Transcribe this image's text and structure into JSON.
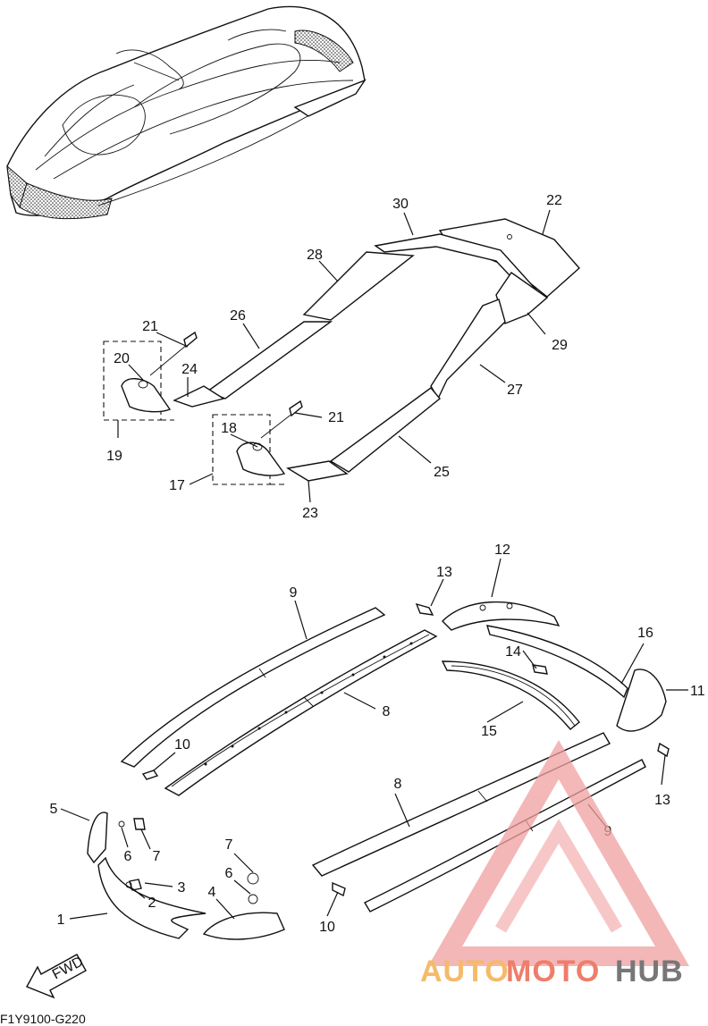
{
  "diagram": {
    "code": "F1Y9100-G220",
    "fwd_label": "FWD",
    "watermark": {
      "word_a": "AUTO",
      "word_b": "MOTO",
      "word_c": "HUB",
      "color_a": "#f2a33a",
      "color_b": "#e8533a",
      "color_c": "#4a4a4a"
    },
    "callouts": {
      "c1": "1",
      "c2": "2",
      "c3": "3",
      "c4": "4",
      "c5": "5",
      "c6a": "6",
      "c6b": "6",
      "c7a": "7",
      "c7b": "7",
      "c8a": "8",
      "c8b": "8",
      "c9a": "9",
      "c9b": "9",
      "c10a": "10",
      "c10b": "10",
      "c11": "11",
      "c12": "12",
      "c13a": "13",
      "c13b": "13",
      "c14": "14",
      "c15": "15",
      "c16": "16",
      "c17": "17",
      "c18": "18",
      "c19": "19",
      "c20": "20",
      "c21a": "21",
      "c21b": "21",
      "c22": "22",
      "c23": "23",
      "c24": "24",
      "c25": "25",
      "c26": "26",
      "c27": "27",
      "c28": "28",
      "c29": "29",
      "c30": "30"
    }
  }
}
